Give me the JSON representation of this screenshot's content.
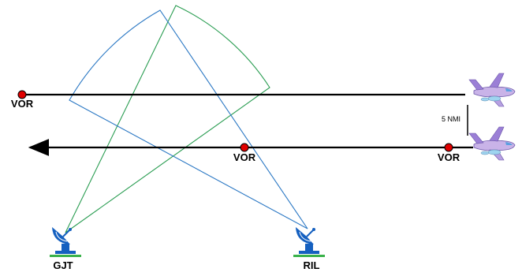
{
  "colors": {
    "background": "#ffffff",
    "route": "#000000",
    "vor": "#e00000",
    "beam_gjt": "#2a9d52",
    "beam_ril": "#2b78c4",
    "radar": "#1560c0",
    "radar_base": "#3ab24a",
    "plane_body": "#c9b3e8",
    "plane_wing": "#9b7fd6",
    "plane_cockpit": "#5aa0e0"
  },
  "routes": [
    {
      "id": "upper",
      "direction": "none"
    },
    {
      "id": "lower",
      "direction": "left-arrow"
    }
  ],
  "vor_stations": [
    {
      "id": "vor-upper-left",
      "label": "VOR"
    },
    {
      "id": "vor-lower-middle",
      "label": "VOR"
    },
    {
      "id": "vor-lower-right",
      "label": "VOR"
    }
  ],
  "separation": {
    "label": "5 NMI"
  },
  "radars": [
    {
      "id": "gjt",
      "label": "GJT",
      "icon": "radar-dish-icon"
    },
    {
      "id": "ril",
      "label": "RIL",
      "icon": "radar-dish-icon"
    }
  ],
  "aircraft": [
    {
      "id": "upper",
      "icon": "airplane-icon"
    },
    {
      "id": "lower",
      "icon": "airplane-icon"
    }
  ]
}
